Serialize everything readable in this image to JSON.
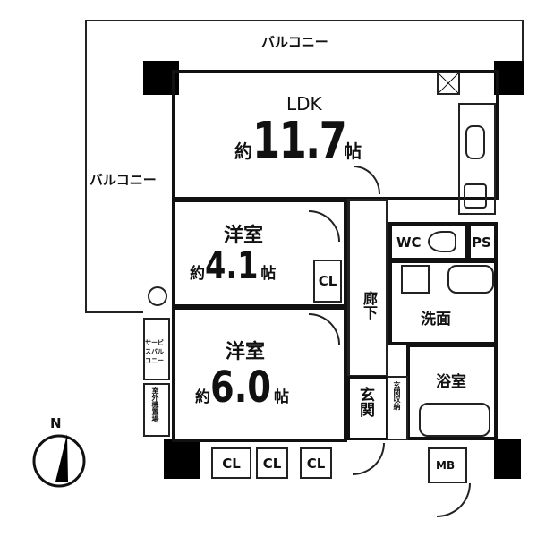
{
  "balcony_top": "バルコニー",
  "balcony_left": "バルコニー",
  "service_balcony": "サービスバルコニー",
  "outdoor_unit": "室外機置場",
  "ldk": {
    "name": "LDK",
    "prefix": "約",
    "size": "11.7",
    "unit": "帖"
  },
  "room1": {
    "name": "洋室",
    "prefix": "約",
    "size": "4.1",
    "unit": "帖"
  },
  "room2": {
    "name": "洋室",
    "prefix": "約",
    "size": "6.0",
    "unit": "帖"
  },
  "corridor": "廊下",
  "wc": "WC",
  "ps": "PS",
  "washroom": "洗面",
  "bathroom": "浴室",
  "entrance": "玄関",
  "entrance_storage": "玄関収納",
  "closets": [
    "CL",
    "CL",
    "CL",
    "CL"
  ],
  "mb": "MB",
  "compass": "N"
}
